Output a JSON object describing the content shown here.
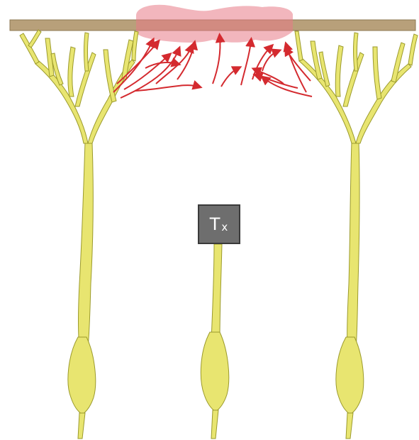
{
  "label": {
    "main": "T",
    "subscript": "x"
  },
  "colors": {
    "neuron_fill": "#e8e570",
    "neuron_stroke": "#9b9a2c",
    "membrane": "#b8a07a",
    "membrane_stroke": "#8c7752",
    "highlight": "#e87a86",
    "arrow": "#d42a2f",
    "label_box": "#6e6e6e"
  },
  "elements": {
    "neurons": [
      "left-neuron",
      "center-neuron",
      "right-neuron"
    ],
    "membrane": "surface-bar",
    "highlight_region": "red-highlight-region",
    "arrows": "migration-arrows"
  }
}
